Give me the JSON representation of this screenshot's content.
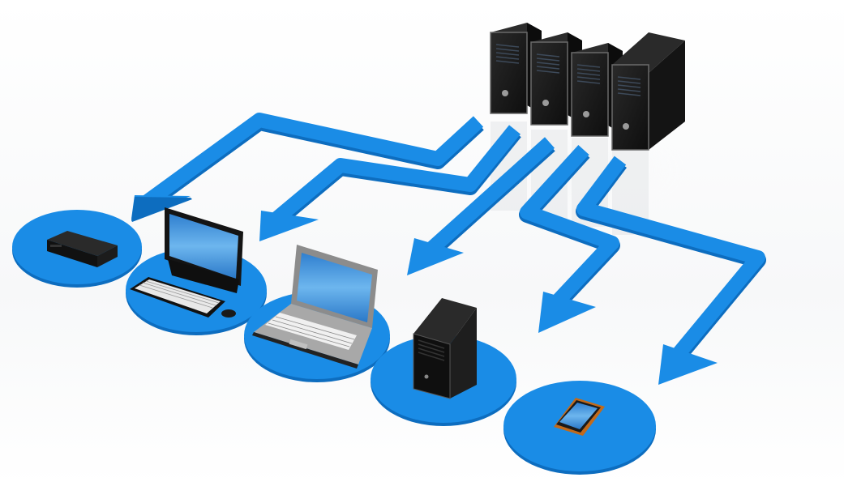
{
  "title": "Server network distributing to client devices",
  "colors": {
    "accent_blue": "#1a8ce6",
    "blue_dark": "#0d6dbf",
    "blue_light": "#3aa3f0",
    "device_black": "#161616",
    "screen_blue": "#4a9ee0",
    "background": "#ffffff"
  },
  "diagram": {
    "source": {
      "label": "server-rack",
      "count": 4
    },
    "connections": [
      {
        "from": "server-rack",
        "to": "set-top-box"
      },
      {
        "from": "server-rack",
        "to": "desktop-computer"
      },
      {
        "from": "server-rack",
        "to": "laptop"
      },
      {
        "from": "server-rack",
        "to": "tower-pc"
      },
      {
        "from": "server-rack",
        "to": "smartphone"
      }
    ],
    "nodes": [
      {
        "id": "set-top-box",
        "icon": "set-top-box-icon"
      },
      {
        "id": "desktop-computer",
        "icon": "desktop-monitor-icon"
      },
      {
        "id": "laptop",
        "icon": "laptop-icon"
      },
      {
        "id": "tower-pc",
        "icon": "tower-pc-icon"
      },
      {
        "id": "smartphone",
        "icon": "smartphone-icon"
      }
    ]
  }
}
